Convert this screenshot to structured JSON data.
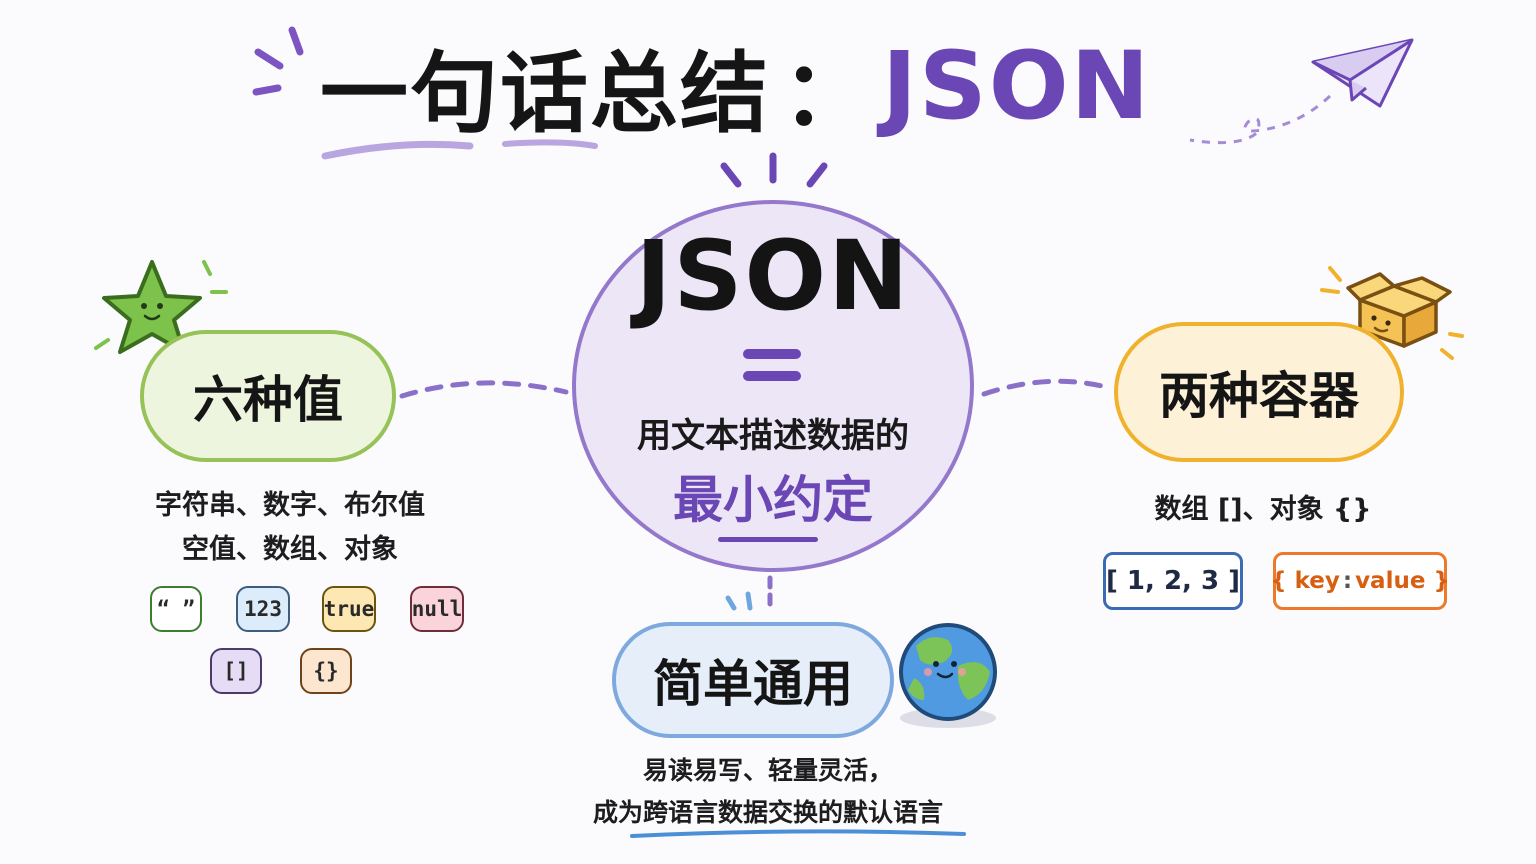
{
  "title": {
    "main": "一句话总结",
    "colon": "：",
    "accent": "JSON"
  },
  "center": {
    "title": "JSON",
    "description": "用文本描述数据的",
    "highlight": "最小约定"
  },
  "nodes": {
    "values": {
      "label": "六种值",
      "description_lines": [
        "字符串、数字、布尔值",
        "空值、数组、对象"
      ],
      "chips": [
        {
          "name": "string",
          "text": "“ ”"
        },
        {
          "name": "number",
          "text": "123"
        },
        {
          "name": "boolean",
          "text": "true"
        },
        {
          "name": "null",
          "text": "null"
        },
        {
          "name": "array",
          "text": "[]"
        },
        {
          "name": "object",
          "text": "{}"
        }
      ]
    },
    "containers": {
      "label": "两种容器",
      "description": "数组 []、对象 {}",
      "array_example": "[ 1, 2, 3 ]",
      "object_example": {
        "open": "{",
        "key": "key",
        "separator": ":",
        "value": "value",
        "close": "}"
      }
    },
    "simple": {
      "label": "简单通用",
      "description_lines": [
        "易读易写、轻量灵活，",
        "成为跨语言数据交换的默认语言"
      ]
    }
  },
  "colors": {
    "accent_purple": "#6b46b5",
    "green": "#96c258",
    "yellow": "#f0b22d",
    "blue": "#7ea9de",
    "orange": "#ec7a2a"
  },
  "icons": [
    "star-mascot-icon",
    "box-mascot-icon",
    "globe-mascot-icon",
    "paper-plane-icon"
  ]
}
